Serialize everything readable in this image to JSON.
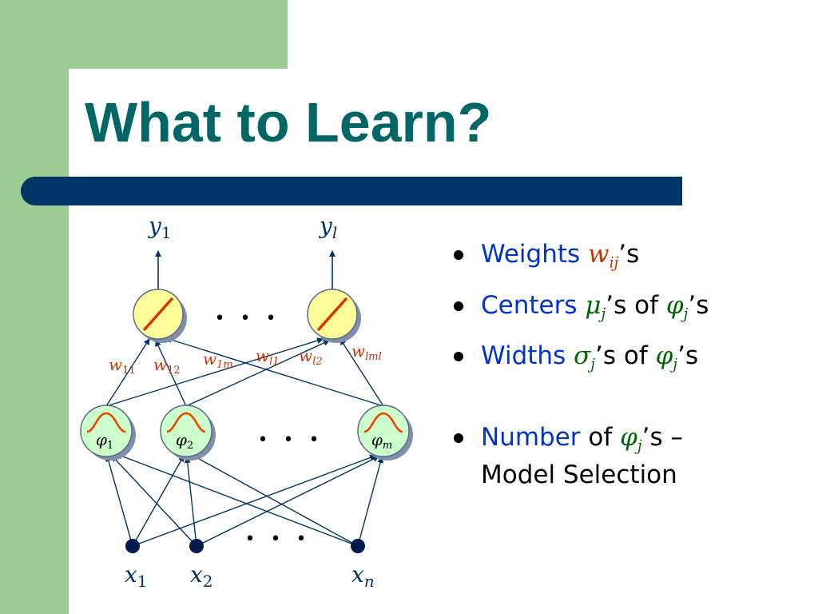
{
  "slide": {
    "title": "What to Learn?",
    "colors": {
      "title": "#006666",
      "bar": "#003366",
      "sidebar": "#9ccc94",
      "keyword": "#0033cc",
      "weight_symbol": "#cc3300",
      "param_symbol": "#006600"
    }
  },
  "diagram": {
    "outputs": [
      {
        "var": "y",
        "sub": "1"
      },
      {
        "var": "y",
        "sub": "l"
      }
    ],
    "output_ellipsis": "• • •",
    "weights": [
      {
        "var": "w",
        "sub": "11"
      },
      {
        "var": "w",
        "sub": "12"
      },
      {
        "var": "w",
        "sub": "1m"
      },
      {
        "var": "w",
        "sub": "l1"
      },
      {
        "var": "w",
        "sub": "l2"
      },
      {
        "var": "w",
        "sub": "lml"
      }
    ],
    "hidden": [
      {
        "sym": "φ",
        "sub": "1"
      },
      {
        "sym": "φ",
        "sub": "2"
      },
      {
        "sym": "φ",
        "sub": "m"
      }
    ],
    "hidden_ellipsis": "• • •",
    "inputs": [
      {
        "var": "x",
        "sub": "1"
      },
      {
        "var": "x",
        "sub": "2"
      },
      {
        "var": "x",
        "sub": "n"
      }
    ],
    "input_ellipsis": "• • •",
    "icons": {
      "output_node": "linear-activation-icon",
      "hidden_node": "gaussian-icon"
    }
  },
  "bullets": [
    {
      "keyword": "Weights ",
      "symbol": "w",
      "symbol_sub": "ij",
      "rest": "’s"
    },
    {
      "keyword": "Centers ",
      "symbol": "μ",
      "symbol_sub": "j",
      "rest": "’s of ",
      "symbol2": "φ",
      "symbol2_sub": "j",
      "rest2": "’s"
    },
    {
      "keyword": "Widths ",
      "symbol": "σ",
      "symbol_sub": "j",
      "rest": "’s of ",
      "symbol2": "φ",
      "symbol2_sub": "j",
      "rest2": "’s"
    },
    {
      "keyword": "Number",
      "rest_pre": " of ",
      "symbol": "φ",
      "symbol_sub": "j",
      "rest": "’s –",
      "line2": "Model Selection"
    }
  ]
}
